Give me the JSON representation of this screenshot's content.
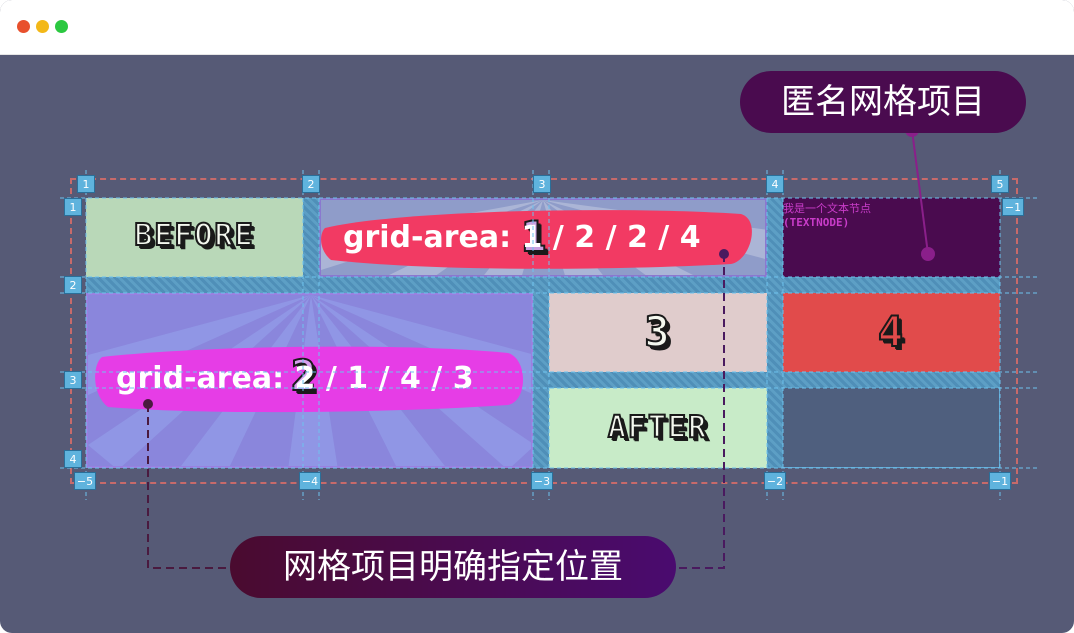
{
  "window": {
    "dots": [
      "#e8502d",
      "#f3b818",
      "#2bc840"
    ],
    "bg": "#565a76"
  },
  "grid": {
    "col_line_labels_top": [
      "1",
      "2",
      "3",
      "4",
      "5"
    ],
    "col_line_labels_bottom": [
      "−5",
      "−4",
      "−3",
      "−2",
      "−1"
    ],
    "row_line_labels_left": [
      "1",
      "2",
      "3",
      "4"
    ],
    "row_line_label_right": "−1"
  },
  "items": {
    "before": {
      "text": "BEFORE",
      "color": "#b9d8b8"
    },
    "item1": {
      "number": "1",
      "code": "grid-area: 1 / 2 / 2 / 4"
    },
    "item2": {
      "number": "2",
      "code": "grid-area: 2 / 1 / 4 / 3"
    },
    "item3": {
      "text": "3",
      "color": "#e0cccc"
    },
    "item4": {
      "text": "4",
      "color": "#e14b4b"
    },
    "after": {
      "text": "AFTER",
      "color": "#c8ebc8"
    },
    "text_node": {
      "line1": "我是一个文本节点",
      "line2": "(TEXTNODE)",
      "color": "#4a0b4f"
    }
  },
  "callouts": {
    "anonymous": "匿名网格项目",
    "explicit": "网格项目明确指定位置"
  }
}
